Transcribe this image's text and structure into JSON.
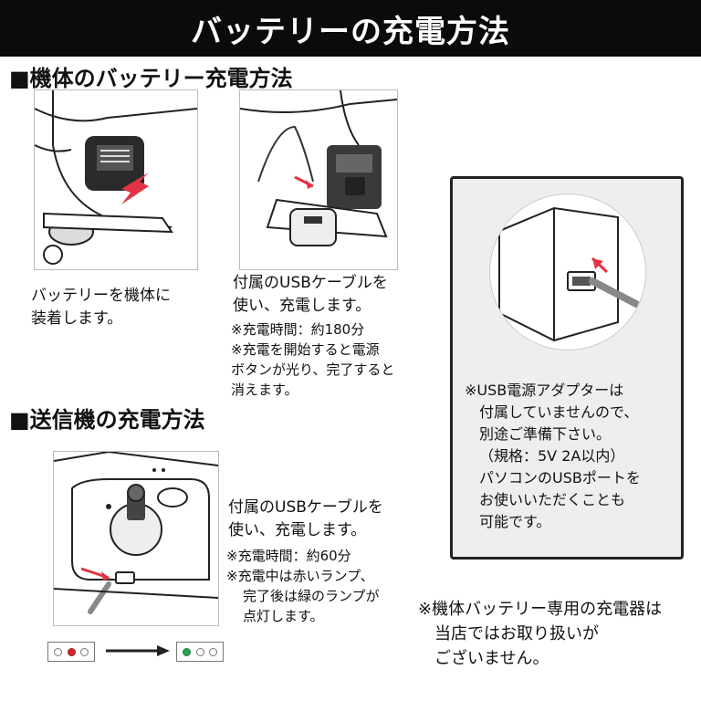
{
  "header": {
    "title": "バッテリーの充電方法"
  },
  "drone_section": {
    "heading": "■機体のバッテリー充電方法",
    "step1": {
      "lines": [
        "バッテリーを機体に",
        "装着します。"
      ]
    },
    "step2": {
      "lines": [
        "付属のUSBケーブルを",
        "使い、充電します。"
      ],
      "notes": [
        "※充電時間：約180分",
        "※充電を開始すると電源",
        "ボタンが光り、完了すると",
        "消えます。"
      ]
    }
  },
  "adapter_box": {
    "lines": [
      "※USB電源アダプターは",
      "付属していませんので、",
      "別途ご準備下さい。",
      "（規格：5V 2A以内）",
      "パソコンのUSBポートを",
      "お使いいただくことも",
      "可能です。"
    ]
  },
  "transmitter_section": {
    "heading": "■送信機の充電方法",
    "lines": [
      "付属のUSBケーブルを",
      "使い、充電します。"
    ],
    "notes": [
      "※充電時間：約60分",
      "※充電中は赤いランプ、",
      "完了後は緑のランプが",
      "点灯します。"
    ],
    "lamp_colors": {
      "red": "#d0282f",
      "green": "#2aa150"
    }
  },
  "bottom_note": {
    "lines": [
      "※機体バッテリー専用の充電器は",
      "当店ではお取り扱いが",
      "ございません。"
    ]
  }
}
